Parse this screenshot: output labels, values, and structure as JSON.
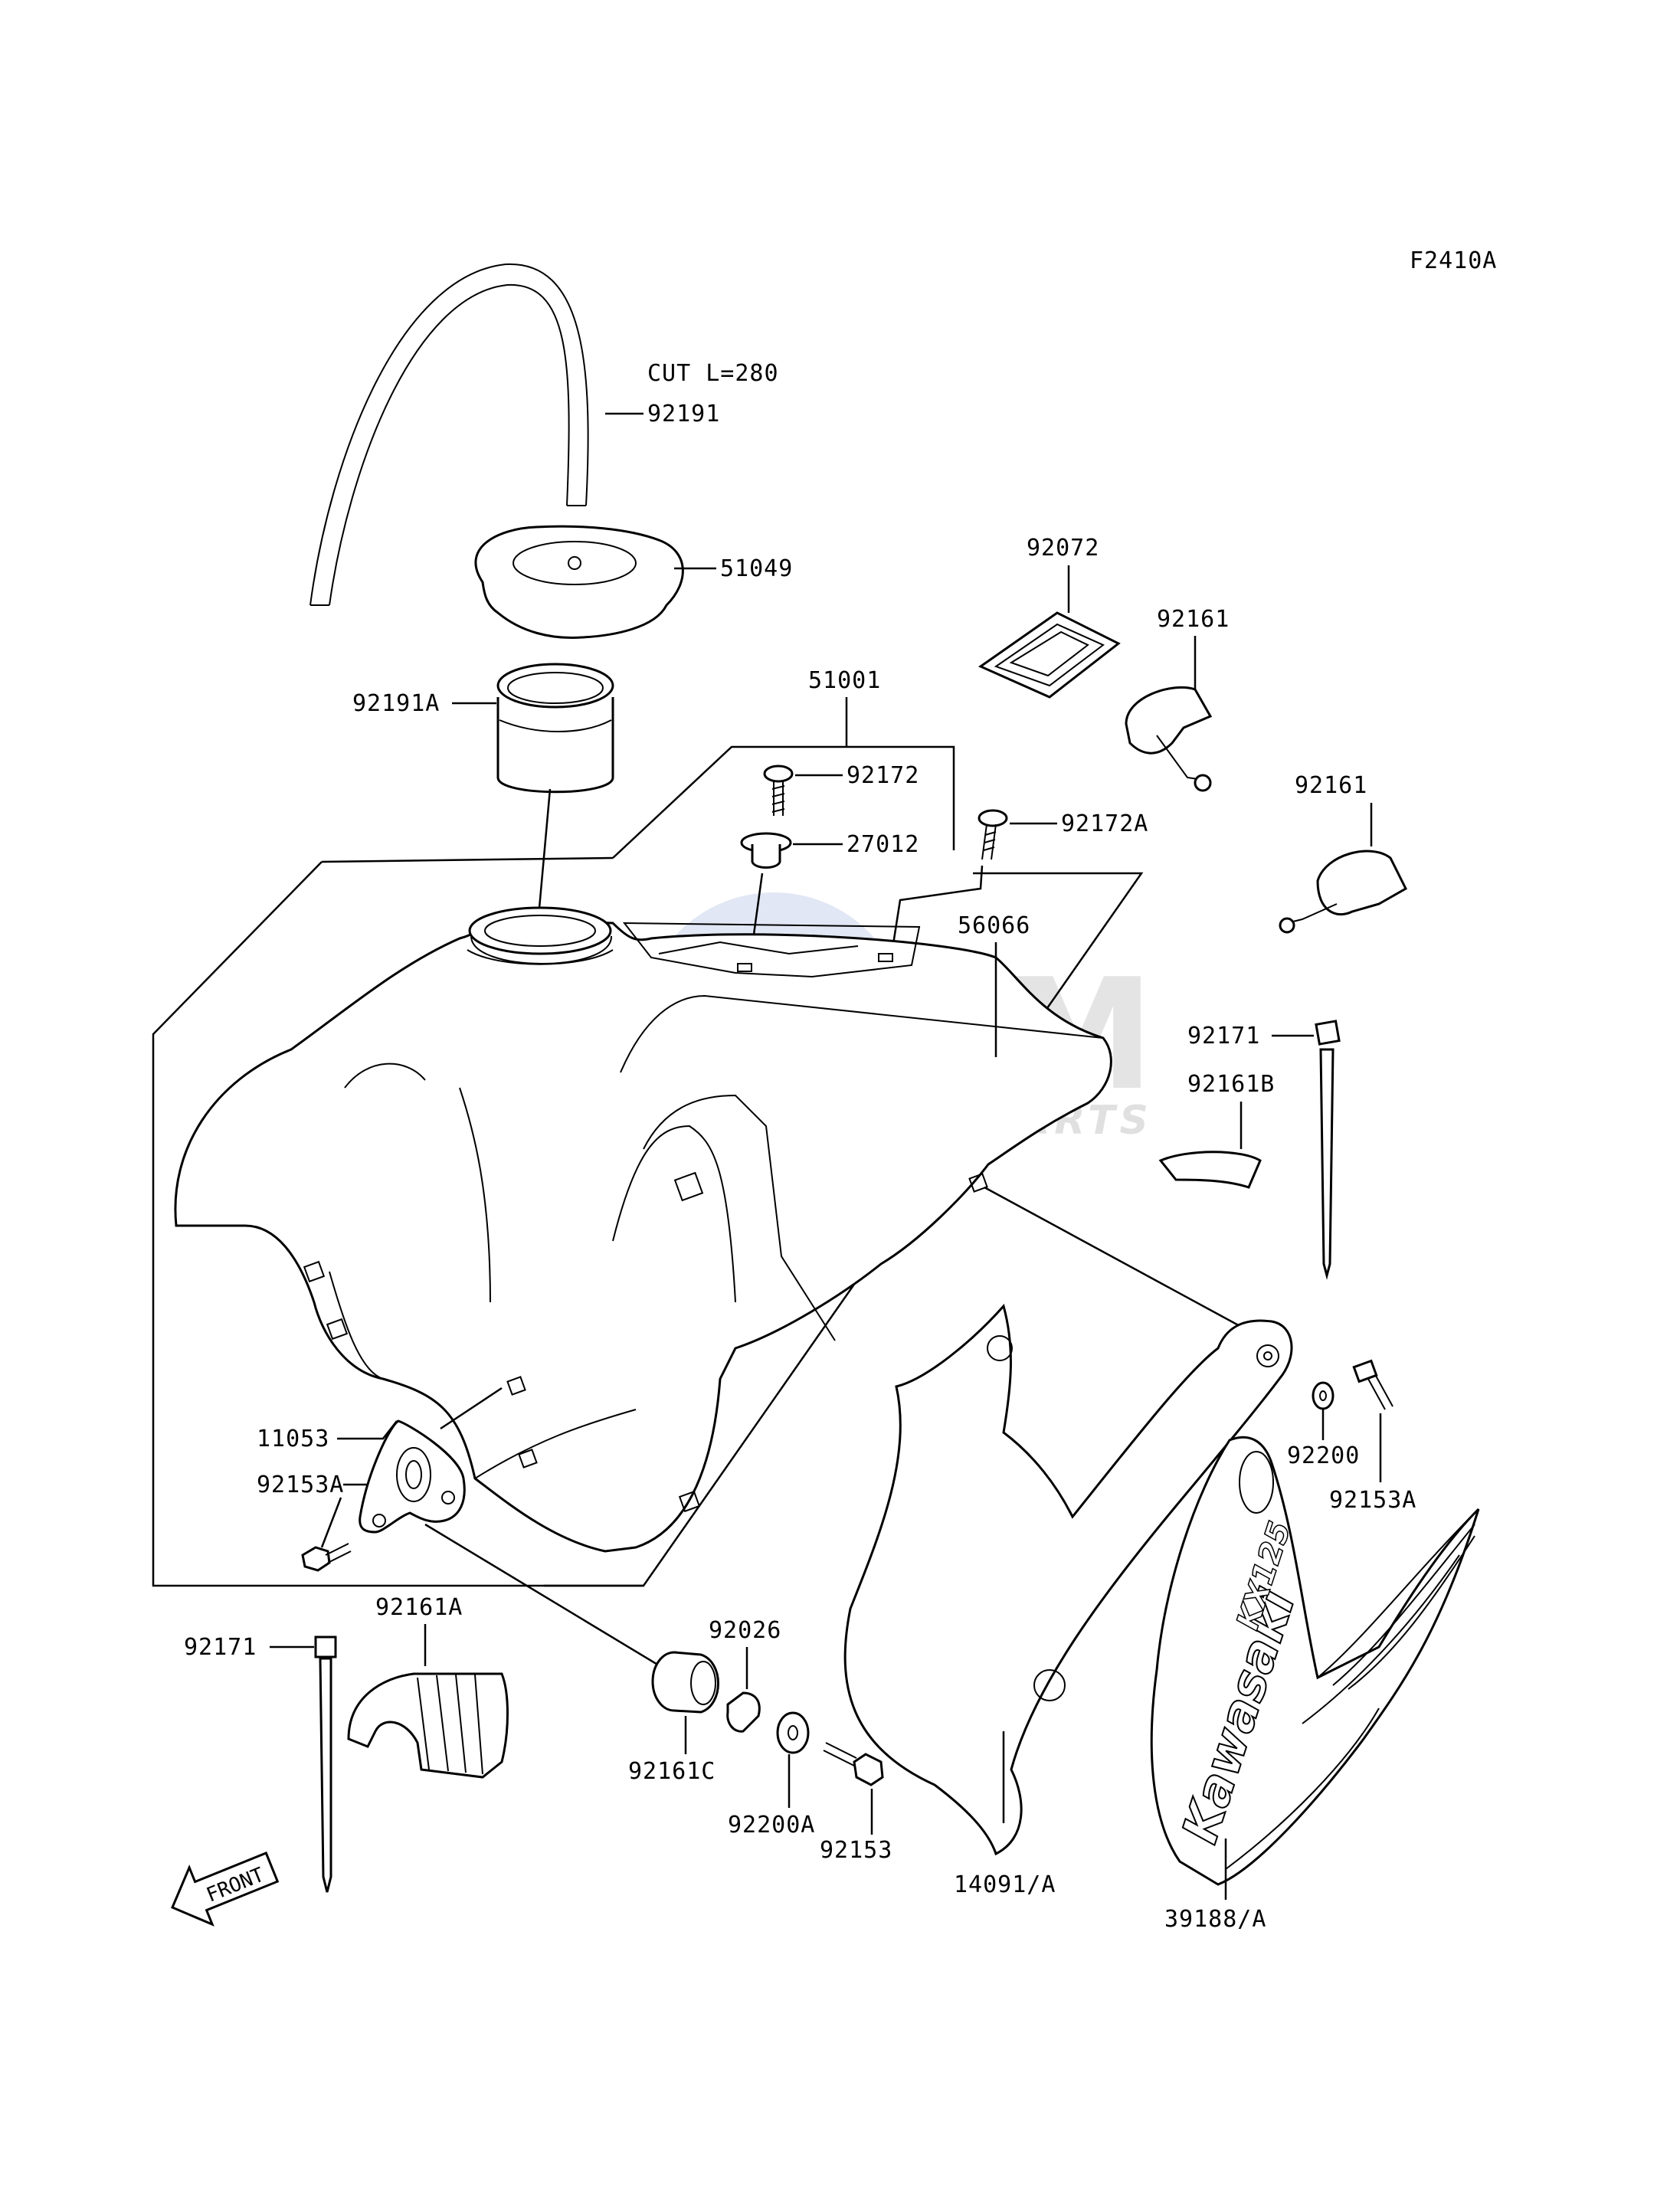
{
  "diagram_code": "F2410A",
  "note": "CUT L=280",
  "direction": "FRONT",
  "brand": {
    "name": "Kawasaki",
    "model": "KX125"
  },
  "watermark": {
    "main": "GSM",
    "sub": "MOTORPARTS"
  },
  "parts": {
    "p92191": "92191",
    "p51049": "51049",
    "p92191A": "92191A",
    "p51001": "51001",
    "p92172": "92172",
    "p27012": "27012",
    "p92172A": "92172A",
    "p56066": "56066",
    "p92072": "92072",
    "p92161": "92161",
    "p92161b": "92161",
    "p92171": "92171",
    "p92161B": "92161B",
    "p11053": "11053",
    "p92153A": "92153A",
    "p92200": "92200",
    "p92153A_r": "92153A",
    "p92161A": "92161A",
    "p92171b": "92171",
    "p92026": "92026",
    "p92161C": "92161C",
    "p92200A": "92200A",
    "p92153": "92153",
    "p14091A": "14091/A",
    "p39188A": "39188/A"
  },
  "colors": {
    "ink": "#000000",
    "watermark_blue": "#c9d4ec",
    "watermark_gray": "#d7d7d7"
  }
}
